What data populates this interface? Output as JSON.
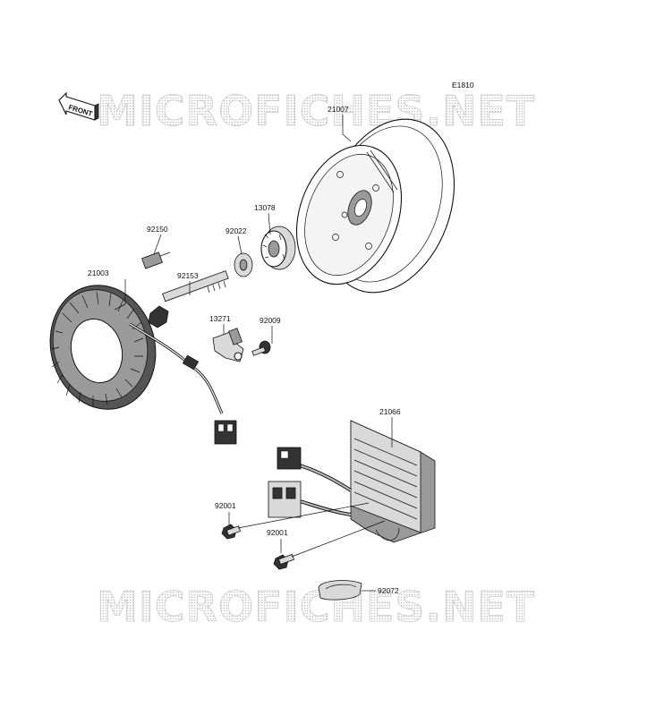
{
  "diagram_code": "E1810",
  "front_marker": "FRONT",
  "watermark": "MICROFICHES.NET",
  "parts": {
    "flywheel": "21007",
    "rotor_collar": "13078",
    "washer": "92022",
    "bolt_small": "92150",
    "stator": "21003",
    "flywheel_bolt": "92153",
    "plate": "13271",
    "screw_plate": "92009",
    "regulator": "21066",
    "bolt_regulator_upper": "92001",
    "bolt_regulator_lower": "92001",
    "clamp": "92072"
  }
}
